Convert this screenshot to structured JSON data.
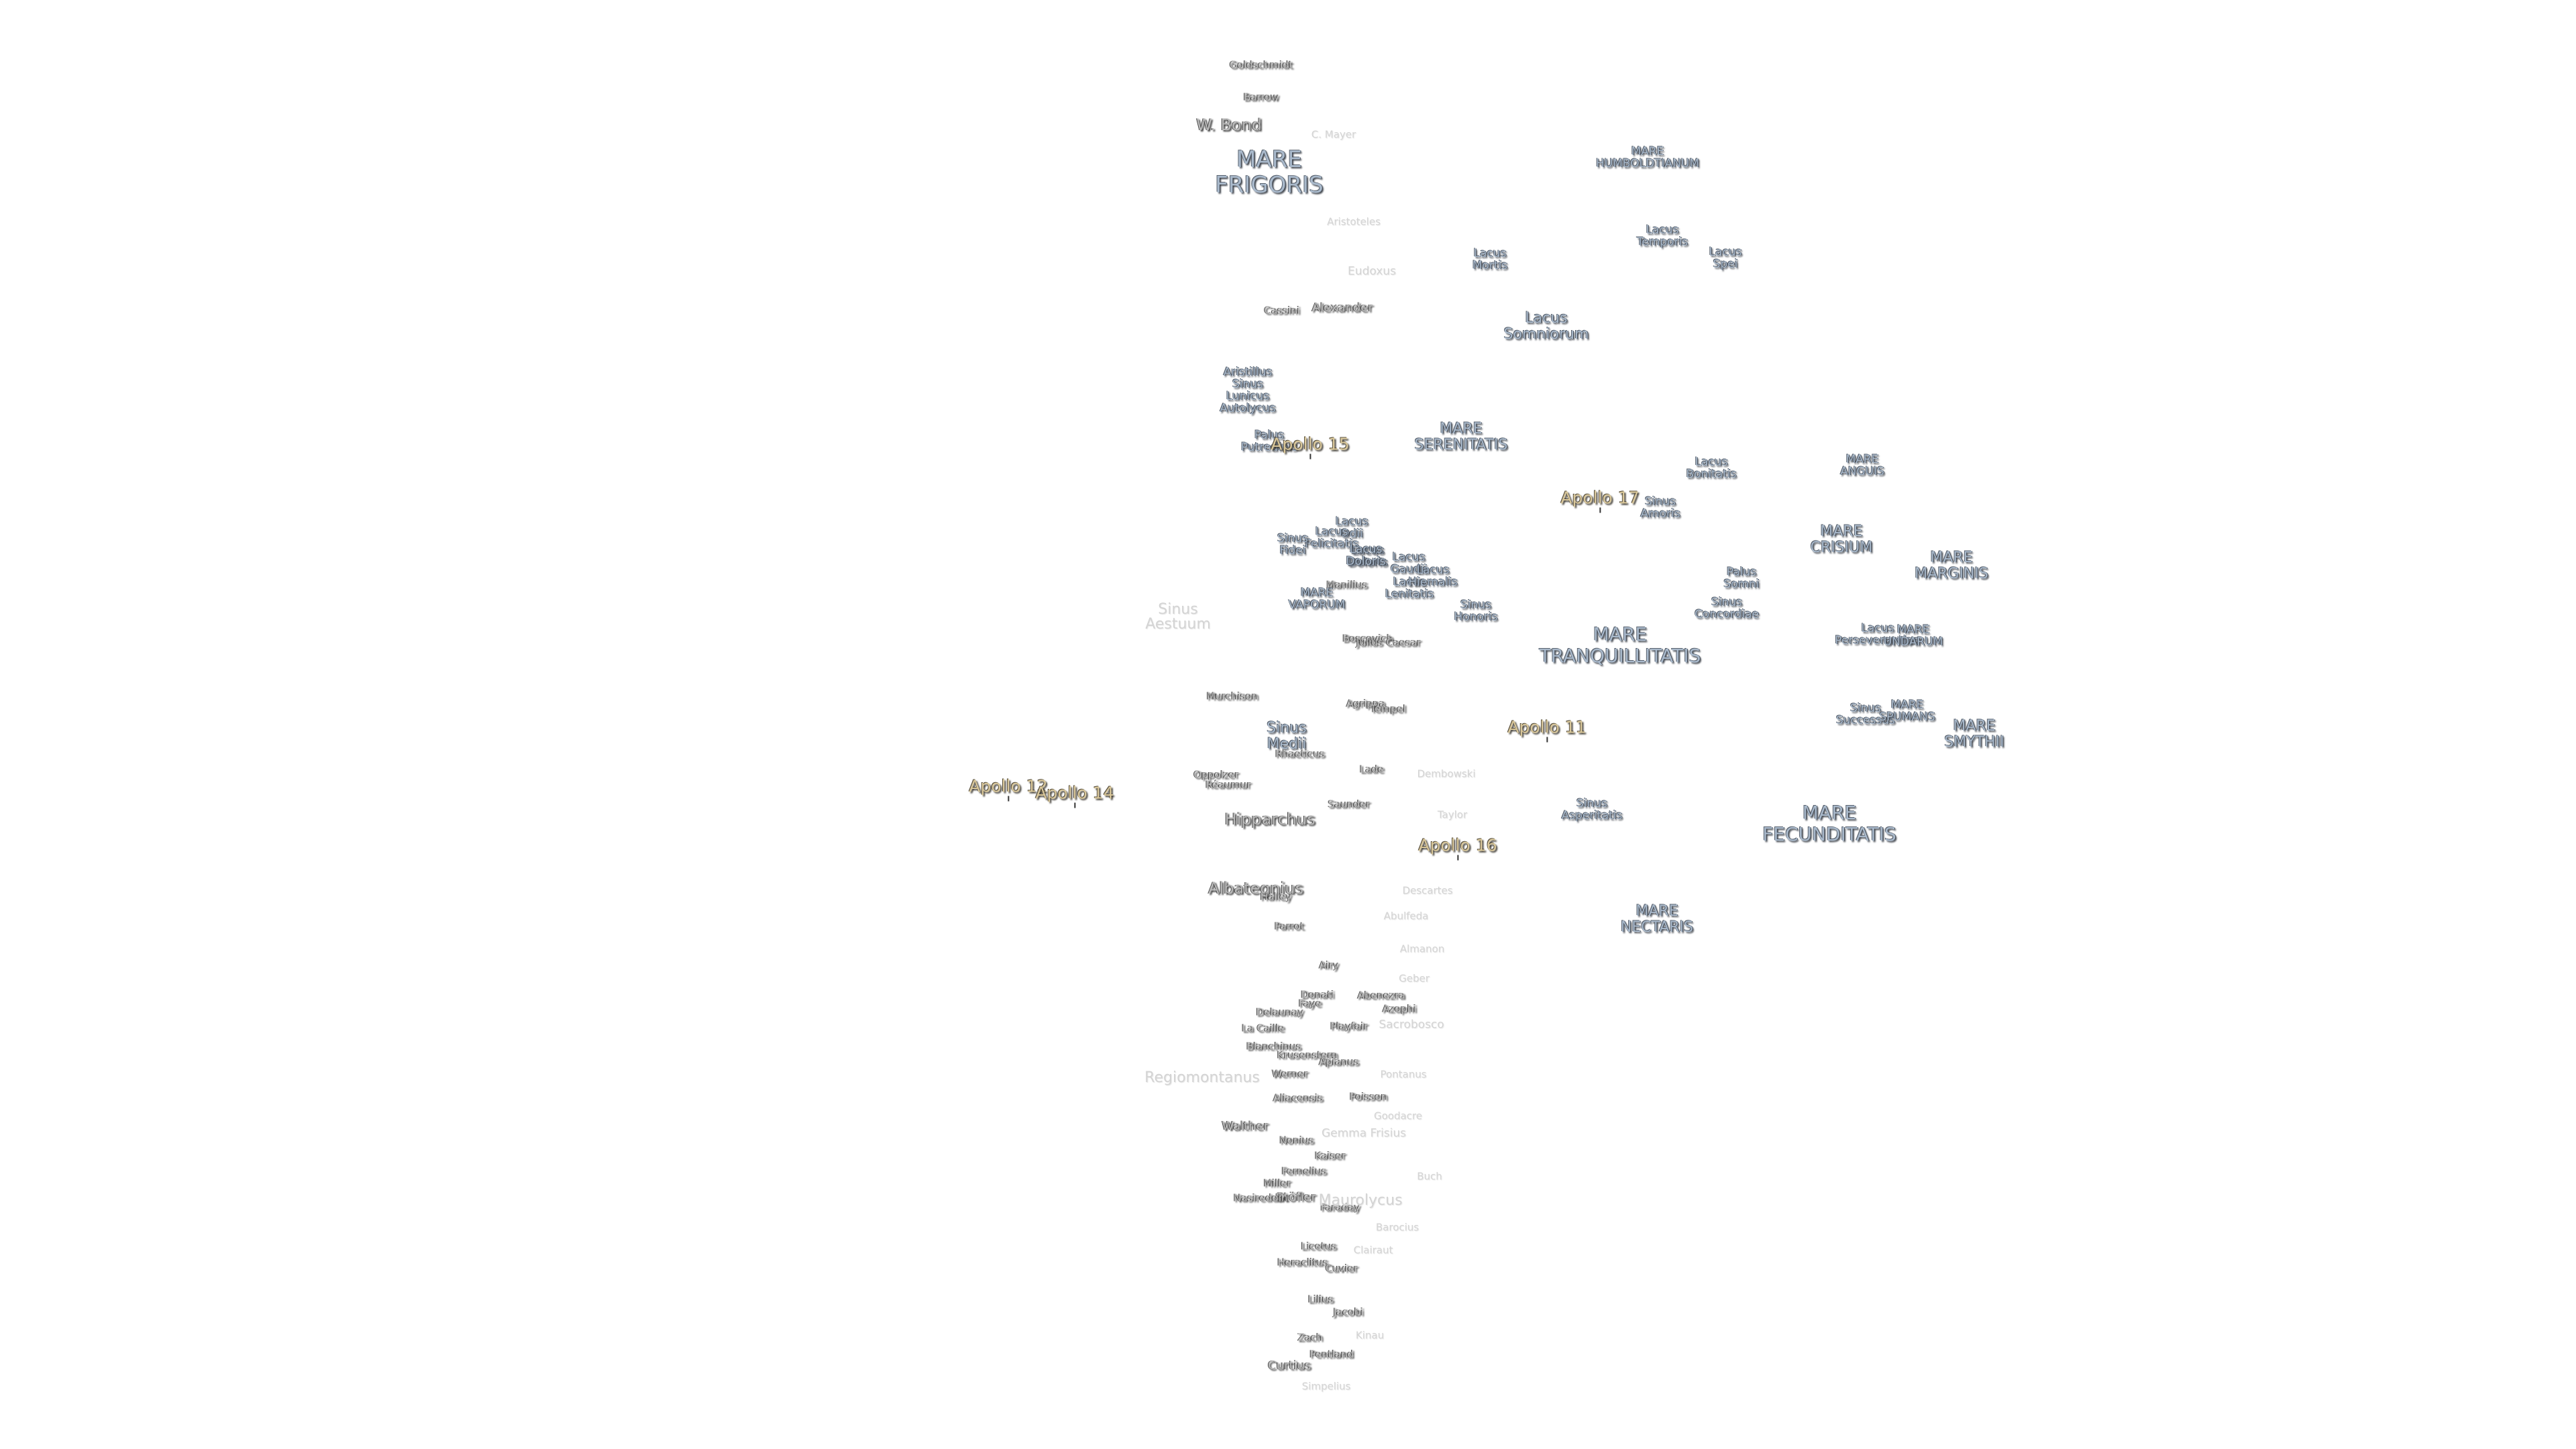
{
  "maria": [
    {
      "text": "MARE FRIGORIS",
      "lines": [
        "MARE",
        "FRIGORIS"
      ],
      "size": "xl"
    },
    {
      "text": "MARE HUMBOLDTIANUM",
      "lines": [
        "MARE",
        "HUMBOLDTIANUM"
      ],
      "size": "s"
    },
    {
      "text": "Lacus Temporis",
      "lines": [
        "Lacus",
        "Temporis"
      ],
      "size": "s"
    },
    {
      "text": "Lacus Mortis",
      "lines": [
        "Lacus",
        "Mortis"
      ],
      "size": "s"
    },
    {
      "text": "Lacus Spei",
      "lines": [
        "Lacus",
        "Spei"
      ],
      "size": "s"
    },
    {
      "text": "Lacus Somniorum",
      "lines": [
        "Lacus",
        "Somniorum"
      ],
      "size": "m"
    },
    {
      "text": "MARE SERENITATIS",
      "lines": [
        "MARE",
        "SERENITATIS"
      ],
      "size": "m"
    },
    {
      "text": "Lacus Bonitatis",
      "lines": [
        "Lacus",
        "Bonitatis"
      ],
      "size": "s"
    },
    {
      "text": "MARE ANGUIS",
      "lines": [
        "MARE",
        "ANGUIS"
      ],
      "size": "s"
    },
    {
      "text": "Sinus Amoris",
      "lines": [
        "Sinus",
        "Amoris"
      ],
      "size": "s"
    },
    {
      "text": "MARE CRISIUM",
      "lines": [
        "MARE",
        "CRISIUM"
      ],
      "size": "m"
    },
    {
      "text": "MARE MARGINIS",
      "lines": [
        "MARE",
        "MARGINIS"
      ],
      "size": "m"
    },
    {
      "text": "Palus Somni",
      "lines": [
        "Palus",
        "Somni"
      ],
      "size": "s"
    },
    {
      "text": "Sinus Concordiae",
      "lines": [
        "Sinus",
        "Concordiae"
      ],
      "size": "s"
    },
    {
      "text": "Sinus Honoris",
      "lines": [
        "Sinus",
        "Honoris"
      ],
      "size": "s"
    },
    {
      "text": "MARE TRANQUILLITATIS",
      "lines": [
        "MARE",
        "TRANQUILLITATIS"
      ],
      "size": "l"
    },
    {
      "text": "Lacus Perseverantiae",
      "lines": [
        "Lacus",
        "Perseverantiae"
      ],
      "size": "s"
    },
    {
      "text": "MARE UNDARUM",
      "lines": [
        "MARE",
        "UNDARUM"
      ],
      "size": "s"
    },
    {
      "text": "Sinus Successus",
      "lines": [
        "Sinus",
        "Successus"
      ],
      "size": "s"
    },
    {
      "text": "MARE SPUMANS",
      "lines": [
        "MARE",
        "SPUMANS"
      ],
      "size": "s"
    },
    {
      "text": "MARE SMYTHII",
      "lines": [
        "MARE",
        "SMYTHII"
      ],
      "size": "m"
    },
    {
      "text": "Sinus Asperitatis",
      "lines": [
        "Sinus",
        "Asperitatis"
      ],
      "size": "s"
    },
    {
      "text": "MARE FECUNDITATIS",
      "lines": [
        "MARE",
        "FECUNDITATIS"
      ],
      "size": "l"
    },
    {
      "text": "MARE NECTARIS",
      "lines": [
        "MARE",
        "NECTARIS"
      ],
      "size": "m"
    },
    {
      "text": "Sinus Medii",
      "lines": [
        "Sinus",
        "Medii"
      ],
      "size": "m"
    },
    {
      "text": "MARE VAPORUM",
      "lines": [
        "MARE",
        "VAPORUM"
      ],
      "size": "s"
    },
    {
      "text": "Lacus Doloris",
      "lines": [
        "Lacus",
        "Doloris"
      ],
      "size": "s"
    },
    {
      "text": "Lacus Gaudii",
      "lines": [
        "Lacus",
        "Gaudii"
      ],
      "size": "s"
    },
    {
      "text": "Lacus Lenitatis",
      "lines": [
        "Lacus",
        "Lenitatis"
      ],
      "size": "s"
    },
    {
      "text": "Lacus Hiemalis",
      "lines": [
        "Lacus",
        "Hiemalis"
      ],
      "size": "s"
    },
    {
      "text": "Lacus Odii",
      "lines": [
        "Lacus",
        "Odii"
      ],
      "size": "s"
    },
    {
      "text": "Lacus Felicitatis",
      "lines": [
        "Lacus",
        "Felicitatis"
      ],
      "size": "s"
    },
    {
      "text": "Sinus Fidei",
      "lines": [
        "Sinus",
        "Fidei"
      ],
      "size": "s"
    },
    {
      "text": "Lacus Doloris 2",
      "lines": [
        "Lacus",
        "Doloris"
      ],
      "size": "s"
    },
    {
      "text": "Aristillus Sinus Lunicus Autolycus",
      "lines": [
        "Aristillus",
        "Sinus",
        "Lunicus",
        "Autolycus"
      ],
      "size": "s"
    },
    {
      "text": "Palus Putredinis",
      "lines": [
        "Palus",
        "Putredinis"
      ],
      "size": "s"
    }
  ],
  "apollo_sites": [
    "Apollo 15",
    "Apollo 17",
    "Apollo 11",
    "Apollo 12",
    "Apollo 14",
    "Apollo 16"
  ],
  "craters": [
    "Goldschmidt",
    "Barrow",
    "W. Bond",
    "Cassini",
    "Alexander",
    "Murchison",
    "Agrippa",
    "Rhaeticus",
    "Réaumur",
    "Oppolzer",
    "Hipparchus",
    "Saunder",
    "Lade",
    "Albategnius",
    "Halley",
    "Parrot",
    "Airy",
    "Donati",
    "Faye",
    "Abenezra",
    "Azophi",
    "Delaunay",
    "La Caille",
    "Playfair",
    "Blanchinus",
    "Krusenstern",
    "Apianus",
    "Werner",
    "Aliacensis",
    "Poisson",
    "Walther",
    "Nonius",
    "Kaiser",
    "Fernelius",
    "Miller",
    "Stöfler",
    "Nasireddin",
    "Faraday",
    "Licetus",
    "Heraclitus",
    "Cuvier",
    "Lilius",
    "Jacobi",
    "Zach",
    "Pentland",
    "Curtius",
    "Manilius",
    "Boscovich",
    "Julius Caesar",
    "Tempel"
  ],
  "faint_labels": [
    "C. Mayer",
    "Aristoteles",
    "Eudoxus",
    "Sinus Aestuum",
    "Dembowski",
    "Taylor",
    "Descartes",
    "Abulfeda",
    "Almanon",
    "Geber",
    "Sacrobosco",
    "Regiomontanus",
    "Pontanus",
    "Goodacre",
    "Gemma Frisius",
    "Buch",
    "Maurolycus",
    "Barocius",
    "Clairaut",
    "Kinau",
    "Simpelius"
  ]
}
